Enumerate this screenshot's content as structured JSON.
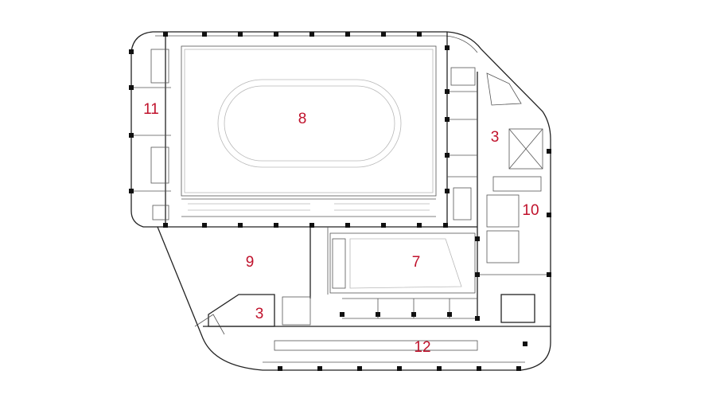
{
  "labels": {
    "room_8": "8",
    "room_11": "11",
    "room_3_east": "3",
    "room_10": "10",
    "room_9": "9",
    "room_7": "7",
    "room_3_south": "3",
    "room_12": "12"
  },
  "colors": {
    "label": "#c0122c",
    "wall": "#222222",
    "background": "#ffffff"
  }
}
